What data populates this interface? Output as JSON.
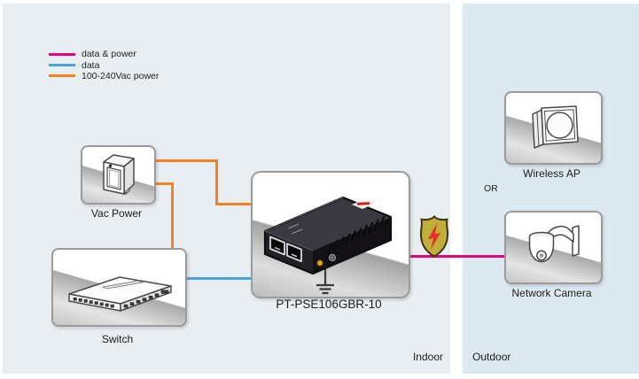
{
  "legend": {
    "items": [
      {
        "label": "data & power"
      },
      {
        "label": "data"
      },
      {
        "label": "100-240Vac power"
      }
    ]
  },
  "nodes": {
    "vac_power": {
      "label": "Vac Power"
    },
    "switch": {
      "label": "Switch"
    },
    "injector": {
      "label": "PT-PSE106GBR-10"
    },
    "wireless_ap": {
      "label": "Wireless AP"
    },
    "network_camera": {
      "label": "Network Camera"
    }
  },
  "connector_or": "OR",
  "zones": {
    "indoor": "Indoor",
    "outdoor": "Outdoor"
  },
  "icons": [
    "vac-power-icon",
    "switch-icon",
    "poe-injector-icon",
    "ground-icon",
    "surge-shield-icon",
    "wireless-ap-icon",
    "network-camera-icon"
  ],
  "colors": {
    "data_power": "#e5007d",
    "data": "#4aa3dc",
    "ac_power": "#f58220",
    "indoor_bg": "#e9eef3",
    "outdoor_bg": "#dde9f1",
    "box_border": "#9b9b9b",
    "shield_fill": "#c0ad3c",
    "shield_outline": "#3c3514",
    "shield_bolt": "#e03323",
    "text": "#222222"
  }
}
